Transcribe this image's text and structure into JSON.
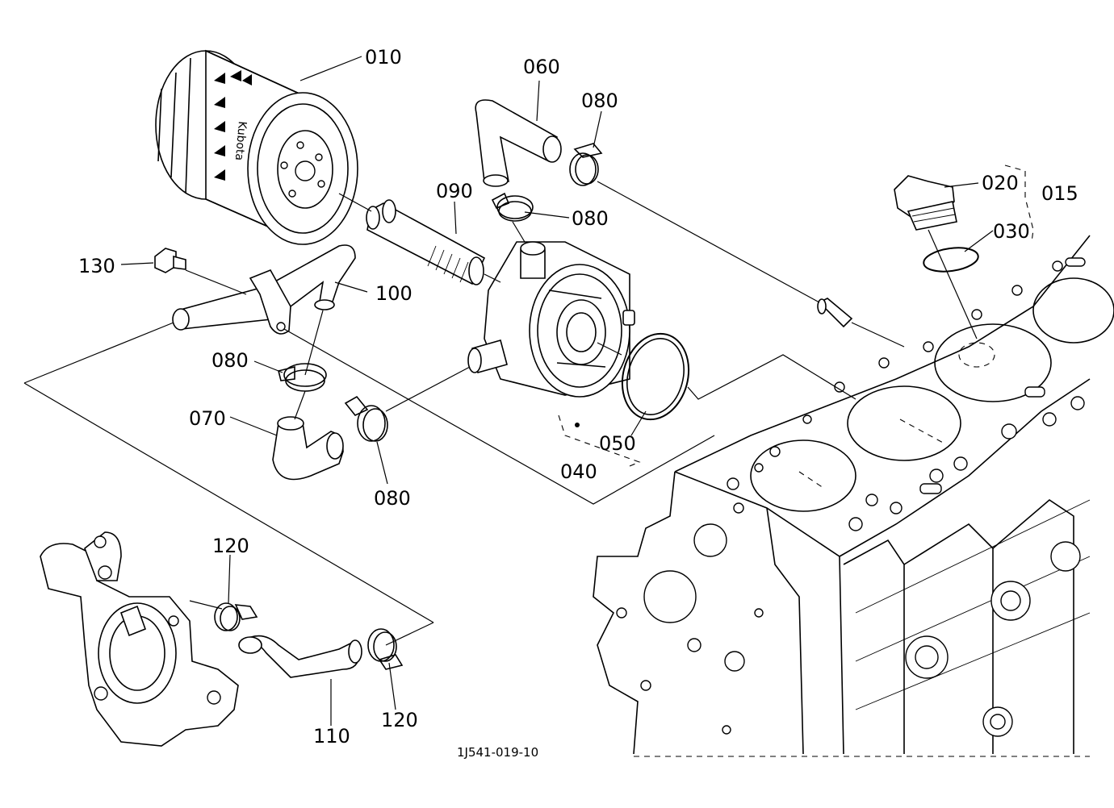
{
  "brand": "Kubota",
  "drawing_code": "1J541-019-10",
  "callouts": [
    {
      "id": "p010",
      "text": "010"
    },
    {
      "id": "p060",
      "text": "060"
    },
    {
      "id": "p080a",
      "text": "080"
    },
    {
      "id": "p090",
      "text": "090"
    },
    {
      "id": "p080b",
      "text": "080"
    },
    {
      "id": "p020",
      "text": "020"
    },
    {
      "id": "p015",
      "text": "015"
    },
    {
      "id": "p030",
      "text": "030"
    },
    {
      "id": "p130",
      "text": "130"
    },
    {
      "id": "p100",
      "text": "100"
    },
    {
      "id": "p080c",
      "text": "080"
    },
    {
      "id": "p070",
      "text": "070"
    },
    {
      "id": "p050",
      "text": "050"
    },
    {
      "id": "p040",
      "text": "040"
    },
    {
      "id": "p080d",
      "text": "080"
    },
    {
      "id": "p120a",
      "text": "120"
    },
    {
      "id": "p110",
      "text": "110"
    },
    {
      "id": "p120b",
      "text": "120"
    }
  ]
}
